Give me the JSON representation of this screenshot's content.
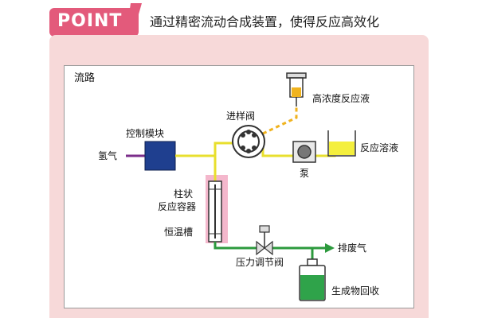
{
  "header": {
    "badge_text": "POINT",
    "headline": "通过精密流动合成装置，使得反应高效化"
  },
  "diagram": {
    "section_title": "流路",
    "labels": {
      "control_module": "控制模块",
      "hydrogen": "氢气",
      "injection_valve": "进样阀",
      "high_conc_solution": "高浓度反应液",
      "reaction_solution": "反应溶液",
      "pump": "泵",
      "column_reactor_line1": "柱状",
      "column_reactor_line2": "反应容器",
      "thermostat": "恒温槽",
      "pressure_valve": "压力调节阀",
      "exhaust": "排废气",
      "product_recovery": "生成物回收"
    }
  },
  "colors": {
    "badge_pink": "#e35a7b",
    "panel_pink": "#f7d9d9",
    "control_blue": "#1f3f8f",
    "hydrogen_purple": "#7b2d8a",
    "yellow_line": "#e8df2e",
    "orange_dashed": "#f0b31f",
    "green_line": "#2c9a3d",
    "green_liquid": "#2fa34a"
  }
}
